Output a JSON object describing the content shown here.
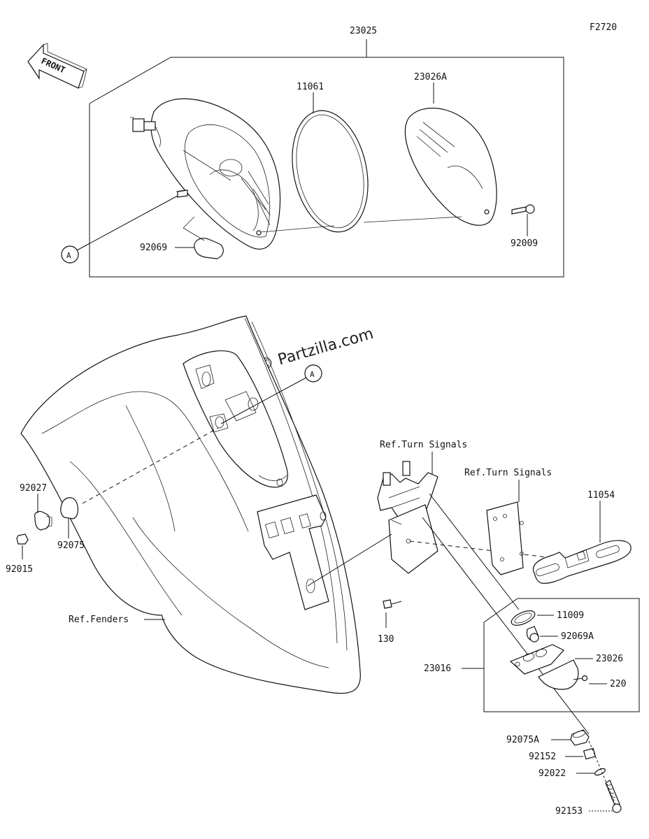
{
  "figure_code": "F2720",
  "front_label": "FRONT",
  "watermark": "© Partzilla.com",
  "ref_label_a": "A",
  "parts": {
    "assembly": "23025",
    "gasket": "11061",
    "lens": "23026A",
    "bulb": "92069",
    "screw_lens": "92009",
    "nut_top": "92027",
    "grommet": "92075",
    "nut_small": "92015",
    "ref_fenders": "Ref.Fenders",
    "ref_turn_1": "Ref.Turn Signals",
    "ref_turn_2": "Ref.Turn Signals",
    "bracket": "11054",
    "bolt_130": "130",
    "gasket_11009": "11009",
    "bulb_92069a": "92069A",
    "lamp_23016": "23016",
    "lens_23026": "23026",
    "screw_220": "220",
    "grommet_92075a": "92075A",
    "collar_92152": "92152",
    "washer_92022": "92022",
    "bolt_92153": "92153"
  }
}
